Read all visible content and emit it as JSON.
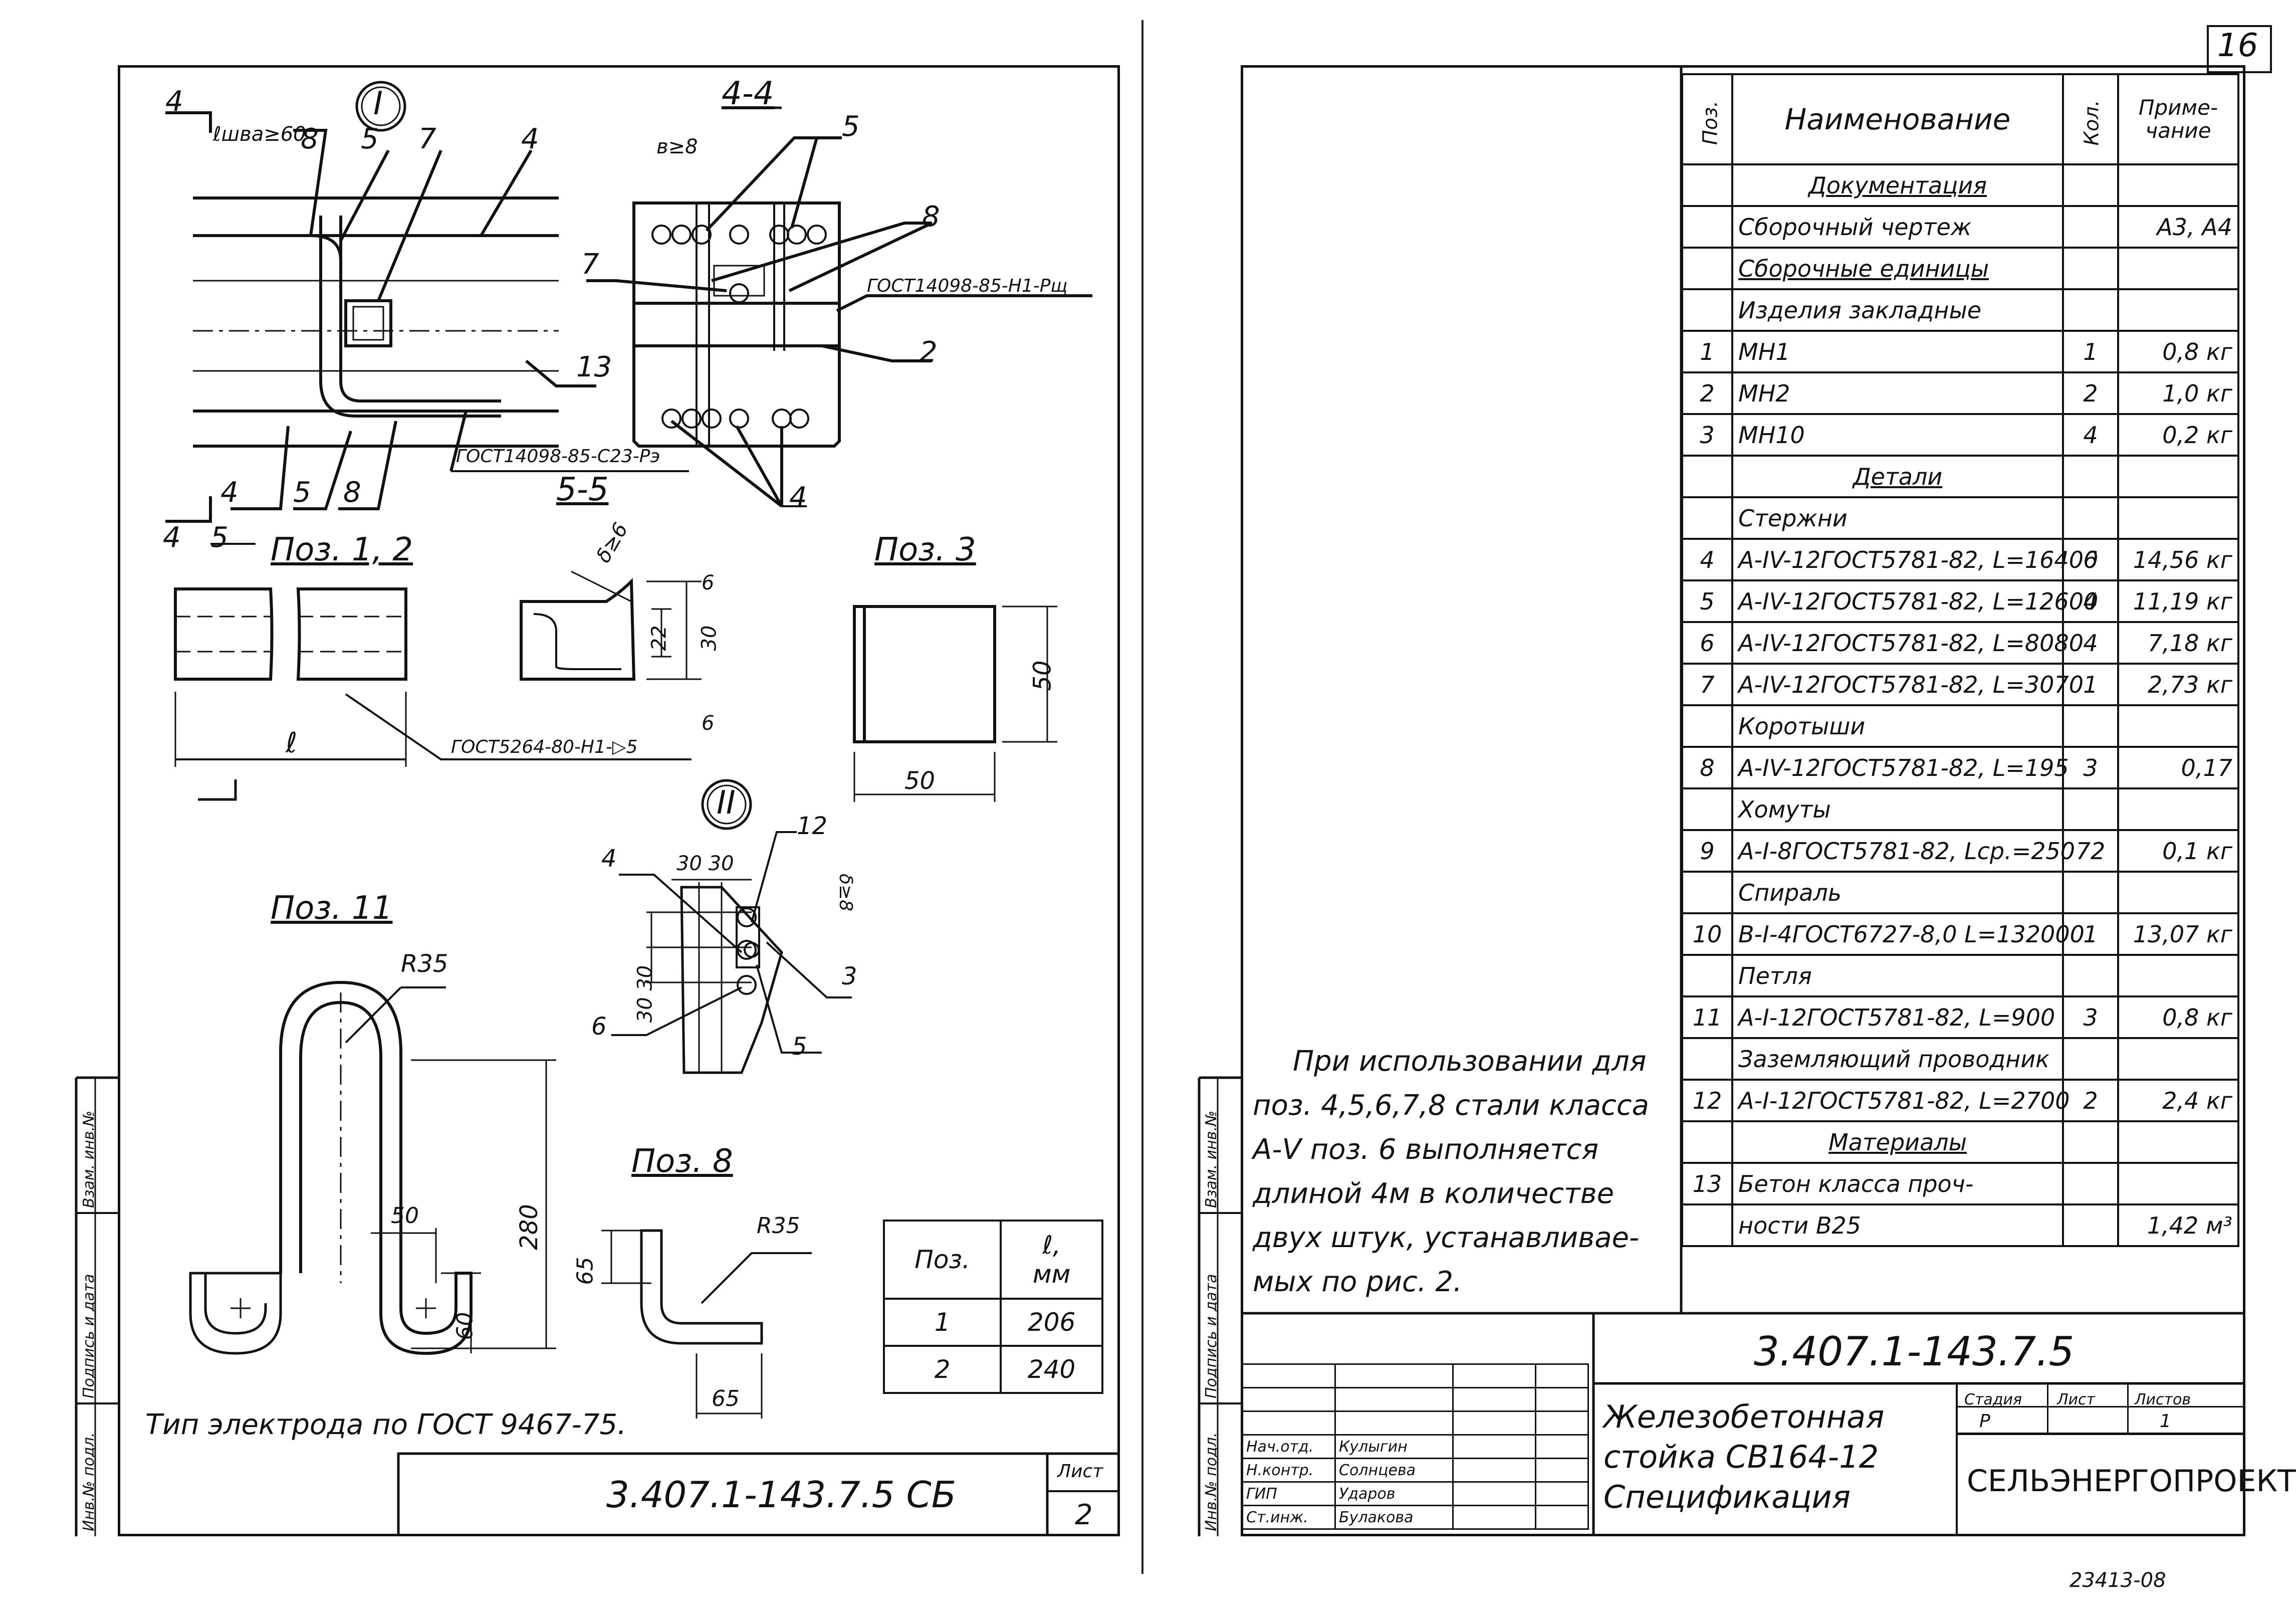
{
  "page_number": "16",
  "archive_number": "23413-08",
  "left_sheet": {
    "views": {
      "detail_1": "I",
      "detail_2": "II",
      "section_4": "4-4",
      "section_5": "5-5",
      "pos_12": "Поз. 1, 2",
      "pos_3": "Поз. 3",
      "pos_11": "Поз. 11",
      "pos_8": "Поз. 8"
    },
    "labels": {
      "weld_len": "ℓшва≥60",
      "b_ge_8": "в≥8",
      "delta_ge_6": "δ≥6",
      "delta_ge_8": "δ≥8",
      "gost_top": "ГОСТ14098-85-Н1-Рщ",
      "gost_bottom": "ГОСТ14098-85-С23-Рэ",
      "gost_weld": "ГОСТ5264-80-Н1-▷5",
      "ell": "ℓ",
      "n4": "4",
      "n5": "5",
      "n7": "7",
      "n8": "8",
      "n13": "13",
      "n2": "2",
      "n3": "3",
      "n6": "6",
      "n12": "12",
      "d22": "22",
      "d30": "30",
      "d6": "6",
      "d50": "50",
      "d3030": "30 30",
      "d280": "280",
      "d60": "60",
      "d65": "65",
      "r35": "R35"
    },
    "length_table": {
      "header_pos": "Поз.",
      "header_len": "ℓ,\nмм",
      "rows": [
        {
          "pos": "1",
          "len": "206"
        },
        {
          "pos": "2",
          "len": "240"
        }
      ]
    },
    "electrode_note": "Тип электрода по ГОСТ 9467-75.",
    "title_code": "3.407.1-143.7.5 СБ",
    "sheet_label": "Лист",
    "sheet_no": "2",
    "side_stamp": [
      "Инв.№ подл.",
      "Подпись и дата",
      "Взам. инв.№"
    ]
  },
  "right_sheet": {
    "spec_header": {
      "pos": "Поз.",
      "name": "Наименование",
      "qty": "Кол.",
      "note": "Приме-\nчание"
    },
    "spec_rows": [
      {
        "pos": "",
        "name": "Документация",
        "qty": "",
        "note": "",
        "type": "section"
      },
      {
        "pos": "",
        "name": "Сборочный чертеж",
        "qty": "",
        "note": "А3, А4",
        "type": "row"
      },
      {
        "pos": "",
        "name": "Сборочные единицы",
        "qty": "",
        "note": "",
        "type": "subsection"
      },
      {
        "pos": "",
        "name": "Изделия закладные",
        "qty": "",
        "note": "",
        "type": "row"
      },
      {
        "pos": "1",
        "name": "МН1",
        "qty": "1",
        "note": "0,8 кг",
        "type": "row"
      },
      {
        "pos": "2",
        "name": "МН2",
        "qty": "2",
        "note": "1,0 кг",
        "type": "row"
      },
      {
        "pos": "3",
        "name": "МН10",
        "qty": "4",
        "note": "0,2 кг",
        "type": "row"
      },
      {
        "pos": "",
        "name": "Детали",
        "qty": "",
        "note": "",
        "type": "section"
      },
      {
        "pos": "",
        "name": "Стержни",
        "qty": "",
        "note": "",
        "type": "row"
      },
      {
        "pos": "4",
        "name": "А-IV-12ГОСТ5781-82, L=16400",
        "qty": "6",
        "note": "14,56 кг",
        "type": "row"
      },
      {
        "pos": "5",
        "name": "А-IV-12ГОСТ5781-82, L=12600",
        "qty": "4",
        "note": "11,19 кг",
        "type": "row"
      },
      {
        "pos": "6",
        "name": "А-IV-12ГОСТ5781-82, L=8080",
        "qty": "4",
        "note": "7,18 кг",
        "type": "row"
      },
      {
        "pos": "7",
        "name": "А-IV-12ГОСТ5781-82, L=3070",
        "qty": "1",
        "note": "2,73 кг",
        "type": "row"
      },
      {
        "pos": "",
        "name": "Коротыши",
        "qty": "",
        "note": "",
        "type": "row"
      },
      {
        "pos": "8",
        "name": "А-IV-12ГОСТ5781-82, L=195",
        "qty": "3",
        "note": "0,17",
        "type": "row"
      },
      {
        "pos": "",
        "name": "Хомуты",
        "qty": "",
        "note": "",
        "type": "row"
      },
      {
        "pos": "9",
        "name": "А-I-8ГОСТ5781-82, Lср.=250",
        "qty": "72",
        "note": "0,1 кг",
        "type": "row"
      },
      {
        "pos": "",
        "name": "Спираль",
        "qty": "",
        "note": "",
        "type": "row"
      },
      {
        "pos": "10",
        "name": "В-I-4ГОСТ6727-8,0 L=132000",
        "qty": "1",
        "note": "13,07 кг",
        "type": "row"
      },
      {
        "pos": "",
        "name": "Петля",
        "qty": "",
        "note": "",
        "type": "row"
      },
      {
        "pos": "11",
        "name": "А-I-12ГОСТ5781-82, L=900",
        "qty": "3",
        "note": "0,8 кг",
        "type": "row"
      },
      {
        "pos": "",
        "name": "Заземляющий проводник",
        "qty": "",
        "note": "",
        "type": "row"
      },
      {
        "pos": "12",
        "name": "А-I-12ГОСТ5781-82, L=2700",
        "qty": "2",
        "note": "2,4 кг",
        "type": "row"
      },
      {
        "pos": "",
        "name": "Материалы",
        "qty": "",
        "note": "",
        "type": "section"
      },
      {
        "pos": "13",
        "name": "Бетон класса проч-",
        "qty": "",
        "note": "",
        "type": "row"
      },
      {
        "pos": "",
        "name": "ности В25",
        "qty": "",
        "note": "1,42 м³",
        "type": "row"
      }
    ],
    "note_lines": [
      "При использовании для",
      "поз. 4,5,6,7,8 стали класса",
      "А-V поз. 6 выполняется",
      "длиной 4м в количестве",
      "двух штук, устанавливае-",
      "мых по рис. 2."
    ],
    "doc_code": "3.407.1-143.7.5",
    "title_lines": [
      "Железобетонная",
      "стойка СВ164-12",
      "Спецификация"
    ],
    "stage_header": {
      "stage": "Стадия",
      "sheet": "Лист",
      "sheets": "Листов"
    },
    "stage_values": {
      "stage": "Р",
      "sheet": "",
      "sheets": "1"
    },
    "company": "СЕЛЬЭНЕРГОПРОЕКТ",
    "signatures": [
      {
        "role": "Нач.отд.",
        "name": "Кулыгин"
      },
      {
        "role": "Н.контр.",
        "name": "Солнцева"
      },
      {
        "role": "ГИП",
        "name": "Ударов"
      },
      {
        "role": "Ст.инж.",
        "name": "Булакова"
      }
    ],
    "side_stamp": [
      "Инв.№ подл.",
      "Подпись и дата",
      "Взам. инв.№"
    ]
  }
}
